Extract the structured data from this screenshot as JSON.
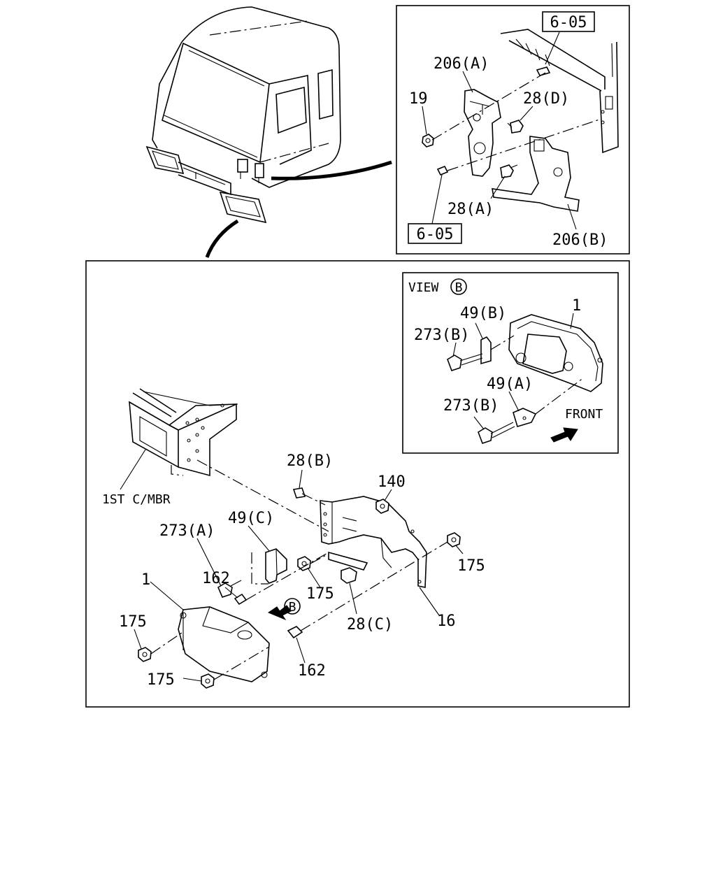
{
  "inset_top": {
    "ref_top": "6-05",
    "ref_bottom": "6-05",
    "labels": {
      "p206a": "206(A)",
      "p19": "19",
      "p28d": "28(D)",
      "p28a": "28(A)",
      "p206b": "206(B)"
    }
  },
  "main": {
    "frame_label": "1ST C/MBR",
    "labels": {
      "p28b": "28(B)",
      "p140": "140",
      "p273a": "273(A)",
      "p49c": "49(C)",
      "p175_right": "175",
      "p1": "1",
      "p162_upper": "162",
      "p175_mid": "175",
      "p28c": "28(C)",
      "p16": "16",
      "p175_left": "175",
      "p162_lower": "162",
      "p175_bottom": "175"
    },
    "view_marker": "B"
  },
  "view_b": {
    "title": "VIEW",
    "title_marker": "B",
    "labels": {
      "p49b": "49(B)",
      "p1": "1",
      "p273b_upper": "273(B)",
      "p49a": "49(A)",
      "p273b_lower": "273(B)"
    },
    "front_label": "FRONT"
  }
}
